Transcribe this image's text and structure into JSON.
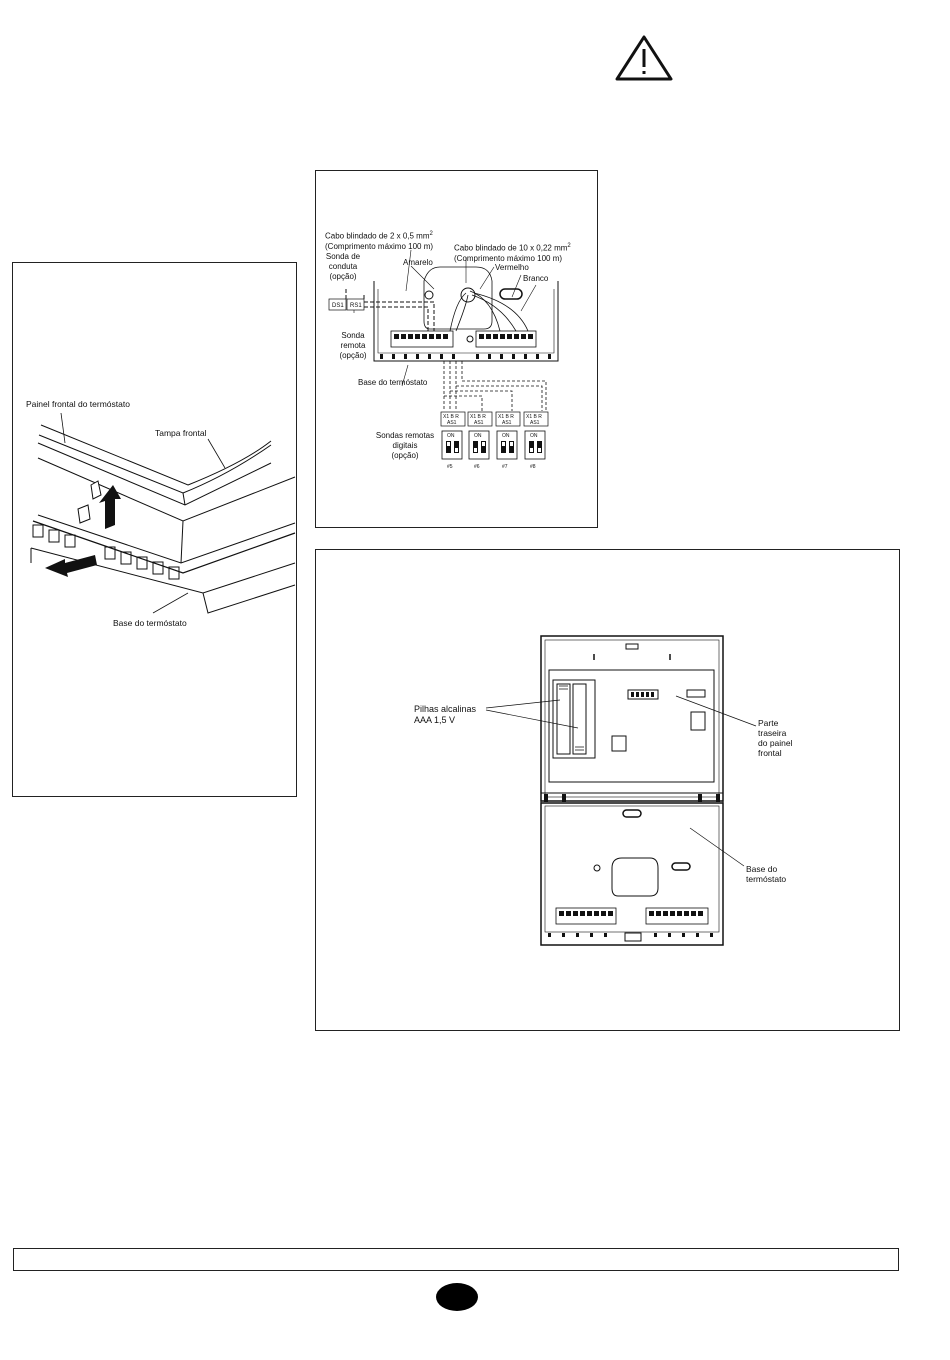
{
  "warning": {
    "icon": "warning-triangle-icon"
  },
  "fig_left": {
    "labels": {
      "painel_frontal": "Painel frontal do termóstato",
      "tampa_frontal": "Tampa frontal",
      "base": "Base do termóstato"
    }
  },
  "fig_wiring": {
    "labels": {
      "cabo1_line1": "Cabo blindado de 2 x 0,5 mm",
      "cabo1_sup": "2",
      "cabo1_line2": "(Comprimento máximo 100 m)",
      "cabo2_line1": "Cabo blindado de 10 x 0,22 mm",
      "cabo2_sup": "2",
      "cabo2_line2": "(Comprimento máximo 100 m)",
      "sonda_conduta_1": "Sonda de",
      "sonda_conduta_2": "conduta",
      "sonda_conduta_3": "(opção)",
      "amarelo": "Amarelo",
      "vermelho": "Vermelho",
      "branco": "Branco",
      "ds1": "DS1",
      "rs1": "RS1",
      "sonda_remota_1": "Sonda",
      "sonda_remota_2": "remota",
      "sonda_remota_3": "(opção)",
      "base": "Base do termóstato",
      "digitais_1": "Sondas remotas",
      "digitais_2": "digitais",
      "digitais_3": "(opção)"
    },
    "sensor_terminals": [
      "X1",
      "B",
      "R"
    ],
    "sensor_module": "AS1",
    "dip_label": "ON",
    "sensor_ids": [
      "#5",
      "#6",
      "#7",
      "#8"
    ]
  },
  "fig_batteries": {
    "labels": {
      "pilhas_1": "Pilhas alcalinas",
      "pilhas_2": "AAA 1,5 V",
      "parte_1": "Parte",
      "parte_2": "traseira",
      "parte_3": "do painel",
      "parte_4": "frontal",
      "base_1": "Base do",
      "base_2": "termóstato"
    }
  }
}
